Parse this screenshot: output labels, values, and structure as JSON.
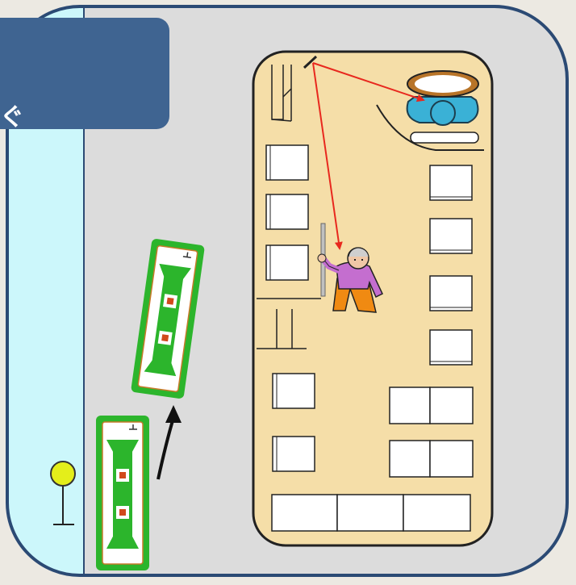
{
  "title": {
    "text": "ぐ"
  },
  "colors": {
    "page_bg": "#ece9e2",
    "frame_border": "#2b4a74",
    "road": "#dcdcdc",
    "sidewalk": "#ccf7fb",
    "bus_body": "#f5dea8",
    "title_bg": "#3f6491",
    "sight_line": "#e8281e",
    "tram_green": "#2cb52c",
    "bus_stop_sign": "#e4ee1a"
  },
  "diagram": {
    "bus": {
      "driver": "driver-seat",
      "passenger": "standing-passenger",
      "mirror": "rear-view-mirror",
      "seats_left_column": 5,
      "seats_right_column": 4,
      "seats_right_pairs": 2,
      "back_bench_seats": 3
    },
    "sight_lines": [
      "driver-to-mirror",
      "mirror-to-passenger"
    ],
    "vehicles_outside": [
      "tram-car-rear",
      "tram-car-front"
    ],
    "motion_arrow": "tram-pulling-out",
    "bus_stop": "bus-stop-sign"
  }
}
